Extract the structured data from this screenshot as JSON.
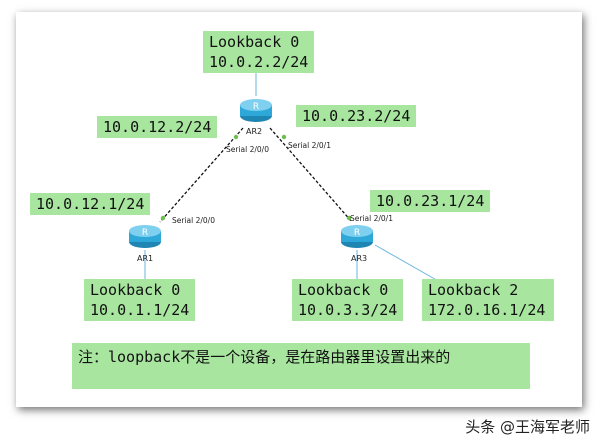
{
  "routers": {
    "ar1": {
      "name": "AR1"
    },
    "ar2": {
      "name": "AR2"
    },
    "ar3": {
      "name": "AR3"
    }
  },
  "labels": {
    "ar2_lo0_title": "Lookback 0",
    "ar2_lo0_ip": "10.0.2.2/24",
    "ar2_left_ip": "10.0.12.2/24",
    "ar2_right_ip": "10.0.23.2/24",
    "ar1_ip": "10.0.12.1/24",
    "ar3_ip": "10.0.23.1/24",
    "ar1_lo0_title": "Lookback 0",
    "ar1_lo0_ip": "10.0.1.1/24",
    "ar3_lo0_title": "Lookback 0",
    "ar3_lo0_ip": "10.0.3.3/24",
    "ar3_lo2_title": "Lookback 2",
    "ar3_lo2_ip": "172.0.16.1/24"
  },
  "ports": {
    "ar2_s200": "Serial 2/0/0",
    "ar2_s201": "Serial 2/0/1",
    "ar1_s200": "Serial 2/0/0",
    "ar3_s201": "Serial 2/0/1"
  },
  "note": "注：loopback不是一个设备，是在路由器里设置出来的",
  "watermark": "头条 @王海军老师",
  "colors": {
    "label_bg": "#a8e6a0",
    "router": "#2ea8d8",
    "link_lo": "#6bb6e0"
  }
}
